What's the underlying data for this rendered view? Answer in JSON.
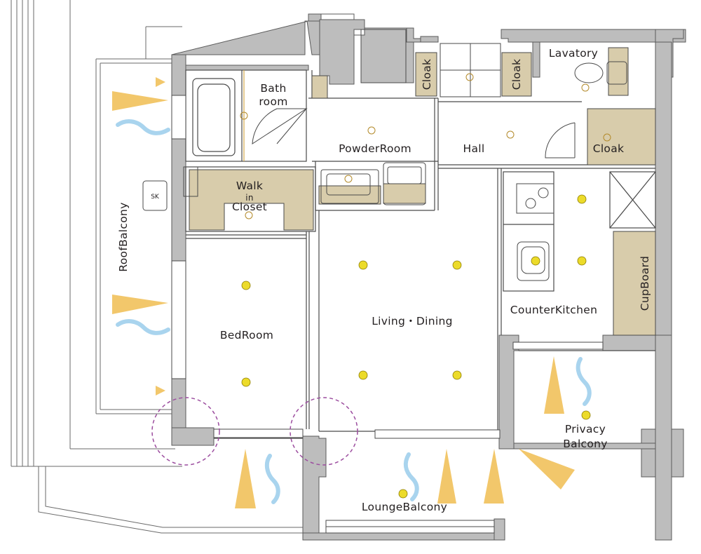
{
  "rooms": {
    "bath": [
      "Bath",
      "room"
    ],
    "powder_room": "PowderRoom",
    "hall": "Hall",
    "lavatory": "Lavatory",
    "cloak_left": "Cloak",
    "cloak_right": "Cloak",
    "cloak_hall": "Cloak",
    "walk_in_closet": [
      "Walk",
      "in",
      "Closet"
    ],
    "bedroom": "BedRoom",
    "living_dining": "Living・Dining",
    "counter_kitchen": "CounterKitchen",
    "cupboard": "CupBoard",
    "roof_balcony": "RoofBalcony",
    "privacy_balcony": [
      "Privacy",
      "Balcony"
    ],
    "lounge_balcony": "LoungeBalcony",
    "sk": "SK"
  },
  "colors": {
    "wall": "#bdbdbd",
    "wall_stroke": "#5a5a5a",
    "line": "#4a4a4a",
    "storage_fill": "#d8ccab",
    "light": "#ecdb2a",
    "sun": "#f2c76b",
    "wind": "#a9d4ee",
    "highlight_circle": "#9c4d9f"
  }
}
